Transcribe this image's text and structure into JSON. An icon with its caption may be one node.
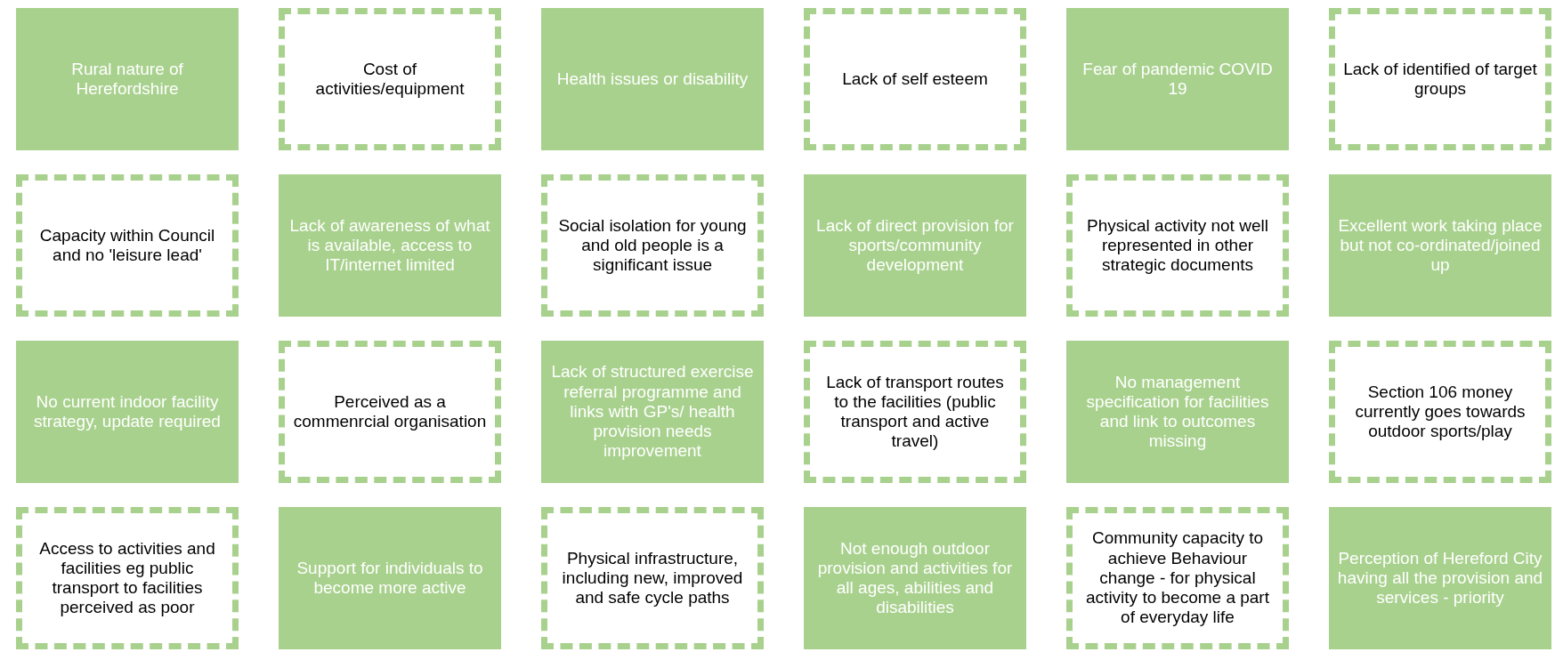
{
  "diagram": {
    "nodes": [
      {
        "text": [
          "Rural nature of Herefordshire"
        ]
      },
      {
        "text": [
          "Cost of activities/equipment"
        ]
      },
      {
        "text": [
          "Health issues or disability"
        ]
      },
      {
        "text": [
          "Lack of self esteem"
        ]
      },
      {
        "text": [
          "Fear of pandemic COVID 19"
        ]
      },
      {
        "text": [
          "Lack of identified of target groups"
        ]
      },
      {
        "text": [
          "Capacity within Council and no 'leisure lead'"
        ]
      },
      {
        "text": [
          "Lack of awareness of what is available, access to IT/internet limited"
        ]
      },
      {
        "text": [
          "Social isolation for young and old people is a significant issue"
        ]
      },
      {
        "text": [
          "Lack of direct provision for sports/community development"
        ]
      },
      {
        "text": [
          "Physical activity not well represented in other strategic documents"
        ]
      },
      {
        "text": [
          "Excellent work taking place but not co-ordinated/joined up"
        ]
      },
      {
        "text": [
          "No current indoor facility strategy, update required"
        ]
      },
      {
        "text": [
          "Perceived as a commenrcial organisation"
        ]
      },
      {
        "text": [
          "Lack of structured exercise referral programme and links with GP's/ health provision needs improvement"
        ]
      },
      {
        "text": [
          "Lack of transport routes to the facilities (public transport and active travel)"
        ]
      },
      {
        "text": [
          "No management specification for facilities and link to outcomes missing"
        ]
      },
      {
        "text": [
          "Section 106 money currently goes towards outdoor sports/play"
        ]
      },
      {
        "text": [
          "Access to activities and facilities eg public transport to facilities perceived as poor"
        ]
      },
      {
        "text": [
          "Support for individuals to become more active"
        ]
      },
      {
        "text": [
          "Physical infrastructure, including new, improved and safe cycle paths"
        ]
      },
      {
        "text": [
          "Not enough outdoor provision and activities for all ages, abilities and disabilities"
        ]
      },
      {
        "text": [
          "Community capacity to achieve Behaviour change - for physical activity to become a part of everyday life"
        ]
      },
      {
        "text": [
          "Perception of Hereford City having all the provision and services - priority"
        ]
      }
    ]
  }
}
